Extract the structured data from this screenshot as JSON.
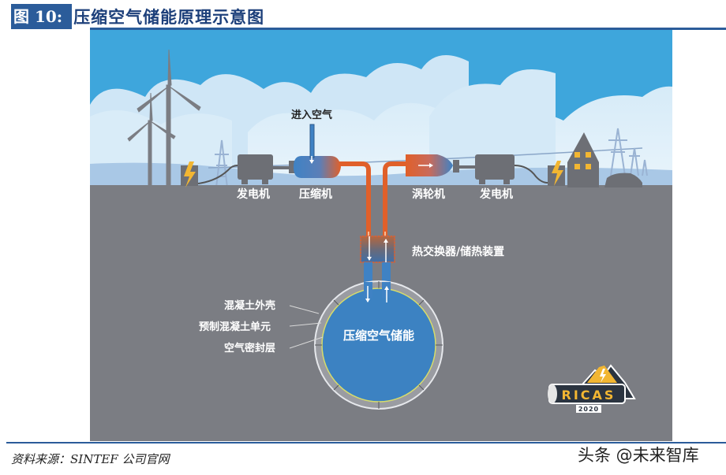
{
  "figure": {
    "number_label": "图 10:",
    "title": "压缩空气储能原理示意图"
  },
  "diagram": {
    "labels": {
      "air_intake": "进入空气",
      "generator_left": "发电机",
      "compressor": "压缩机",
      "turbine": "涡轮机",
      "generator_right": "发电机",
      "heat_exchanger": "热交换器/储热装置",
      "concrete_shell": "混凝土外壳",
      "precast_concrete_unit": "预制混凝土单元",
      "air_seal_layer": "空气密封层",
      "storage": "压缩空气储能"
    },
    "logo": {
      "name": "RICAS",
      "year": "2020"
    },
    "colors": {
      "sky": "#3ea6dc",
      "cloud": "#c9e3f5",
      "ground": "#7b7d83",
      "hot_pipe": "#e0602a",
      "cold_pipe": "#3f82c4",
      "storage_fill": "#3c82c2",
      "lightning": "#f2b632",
      "header_blue": "#2b5c9a"
    }
  },
  "footer": {
    "source": "资料来源：SINTEF 公司官网",
    "watermark": "头条 @未来智库"
  }
}
